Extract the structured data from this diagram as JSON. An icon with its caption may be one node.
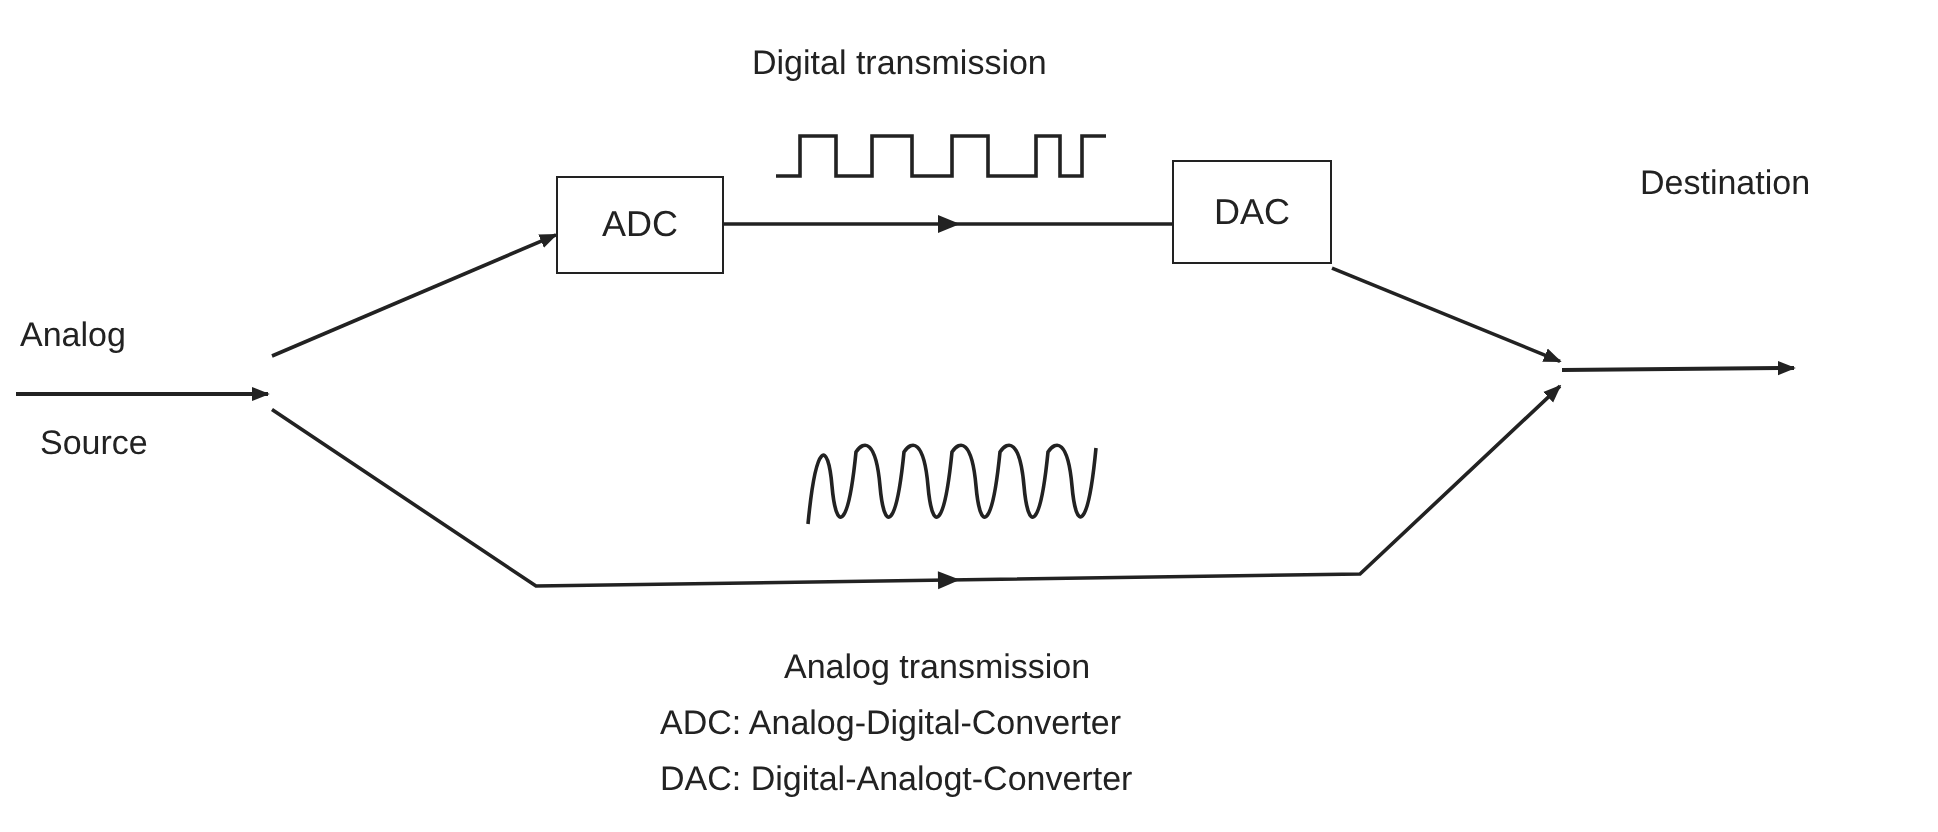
{
  "diagram": {
    "nodes": [
      {
        "text": [
          "Analog",
          "Source"
        ]
      },
      {
        "text": [
          "ADC"
        ]
      },
      {
        "text": [
          "DAC"
        ]
      },
      {
        "text": [
          "Destination"
        ]
      }
    ],
    "edges": [
      {
        "from": 0,
        "to": 1,
        "arrow": "to"
      },
      {
        "from": 1,
        "to": 2,
        "arrow": "to"
      },
      {
        "from": 2,
        "to": 3,
        "arrow": "to"
      },
      {
        "from": 0,
        "to": 3,
        "arrow": "to"
      }
    ],
    "labels": [
      "Digital transmission",
      "Analog transmission",
      "ADC: Analog-Digital-Converter",
      "DAC: Digital-Analogt-Converter"
    ]
  }
}
